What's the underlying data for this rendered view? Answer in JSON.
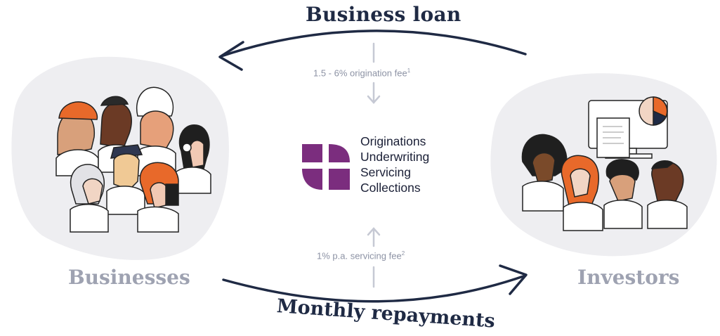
{
  "titles": {
    "top_arrow": "Business loan",
    "bottom_arrow": "Monthly repayments"
  },
  "parties": {
    "left": "Businesses",
    "right": "Investors"
  },
  "fees": {
    "origination": "1.5 - 6% origination fee",
    "origination_note": "1",
    "servicing": "1% p.a. servicing fee",
    "servicing_note": "2"
  },
  "services": [
    "Originations",
    "Underwriting",
    "Servicing",
    "Collections"
  ],
  "colors": {
    "arrow": "#1f2a44",
    "logo": "#7b2d7e",
    "accent_orange": "#e8692a",
    "muted_label": "#9ea2b1",
    "blob": "#eeeef1",
    "fee_arrow": "#c6c9d4"
  }
}
